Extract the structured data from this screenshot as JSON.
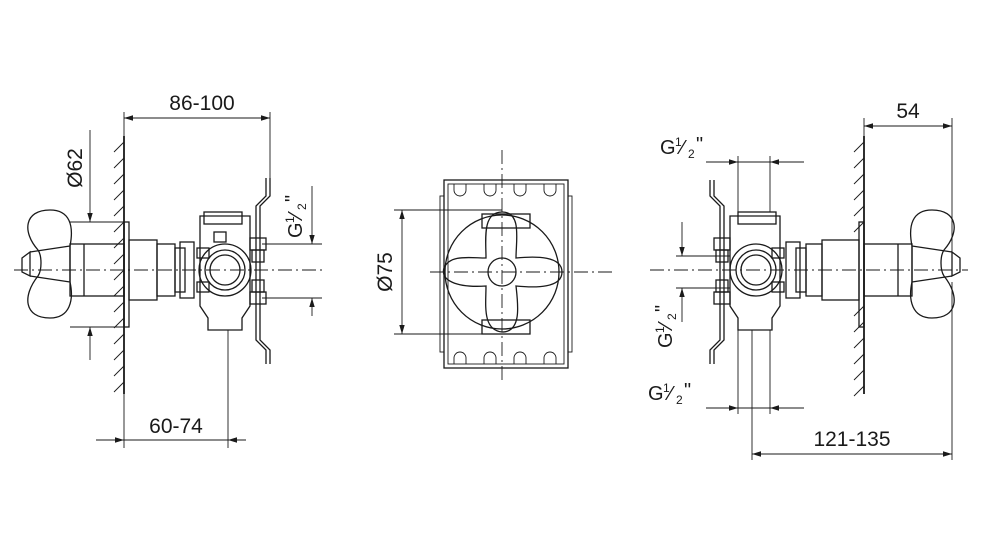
{
  "dimensions": {
    "side_depth_top": "86-100",
    "side_depth_bottom": "60-74",
    "handle_diameter": "Ø62",
    "front_diameter": "Ø75",
    "right_depth_top": "54",
    "right_depth_bottom": "121-135"
  },
  "thread": {
    "letter": "G",
    "numerator": "1",
    "slash": "⁄",
    "denominator": "2",
    "inch": "\""
  }
}
